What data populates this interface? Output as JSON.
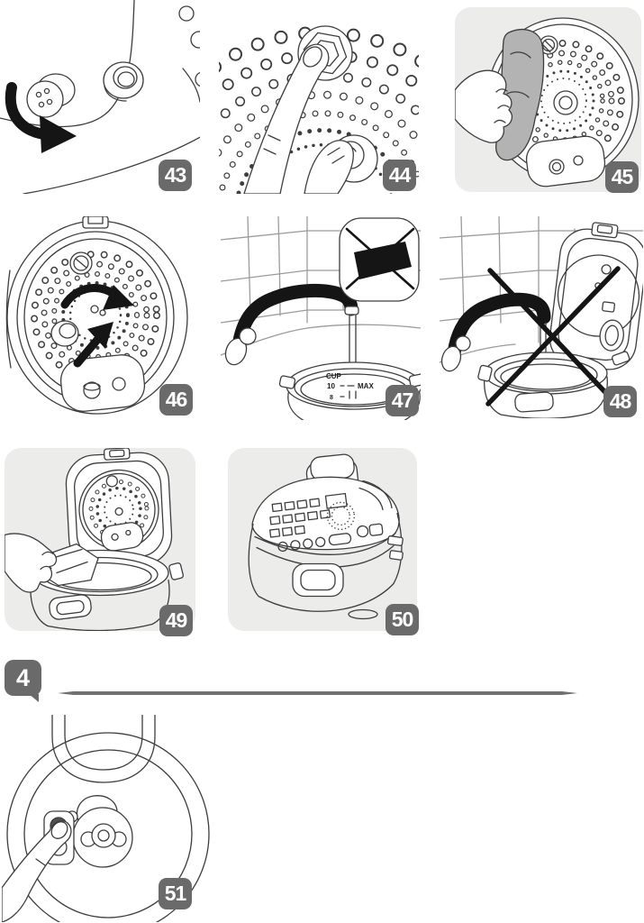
{
  "colors": {
    "badge_bg": "#6a6a6a",
    "badge_text": "#ffffff",
    "panel_bg": "#ececeb",
    "line_art": "#3d3d3d",
    "ink_black": "#151515",
    "cloth_gray": "#b3b3b3",
    "divider": "#707070"
  },
  "section_divider": {
    "number": "4"
  },
  "steps": [
    {
      "number": "43"
    },
    {
      "number": "44"
    },
    {
      "number": "45"
    },
    {
      "number": "46"
    },
    {
      "number": "47"
    },
    {
      "number": "48"
    },
    {
      "number": "49"
    },
    {
      "number": "50"
    },
    {
      "number": "51"
    }
  ],
  "step47_pot_markings": {
    "unit": "CUP",
    "upper_level": "10",
    "max_label": "MAX",
    "lower_level": "8"
  },
  "icons": {
    "rotate_cap": "curved-black-arrow",
    "press_nut": "pressing-finger",
    "wipe_lid": "gray-cleaning-cloth",
    "insert_valve": "straight-black-arrow",
    "no_scouring_pad": "crossed-out-scouring-pad",
    "do_not_rinse": "black-cross-x",
    "wipe_body": "white-cleaning-cloth",
    "press_button": "pressing-finger"
  }
}
